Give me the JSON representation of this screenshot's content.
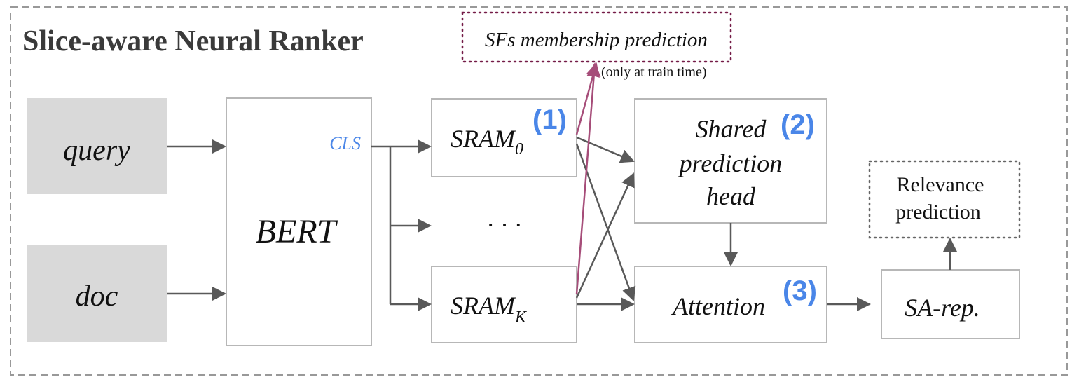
{
  "title": "Slice-aware Neural Ranker",
  "inputs": {
    "query": "query",
    "doc": "doc"
  },
  "bert": {
    "label": "BERT",
    "cls_label": "CLS"
  },
  "sram": {
    "first_base": "SRAM",
    "first_sub": "0",
    "last_base": "SRAM",
    "last_sub": "K",
    "ellipsis": "· · ·"
  },
  "membership": {
    "label": "SFs membership prediction",
    "note": "(only at train time)"
  },
  "shared_head": {
    "line1": "Shared",
    "line2": "prediction",
    "line3": "head"
  },
  "attention": {
    "label": "Attention"
  },
  "sa_rep": {
    "label": "SA-rep."
  },
  "relevance": {
    "line1": "Relevance",
    "line2": "prediction"
  },
  "markers": {
    "m1": "(1)",
    "m2": "(2)",
    "m3": "(3)"
  },
  "colors": {
    "input_fill": "#d9d9d9",
    "box_stroke": "#b7b7b7",
    "arrow": "#595959",
    "membership_arrow": "#a64d79",
    "membership_border": "#741b47",
    "marker": "#4a86e8",
    "cls": "#4a86e8"
  }
}
